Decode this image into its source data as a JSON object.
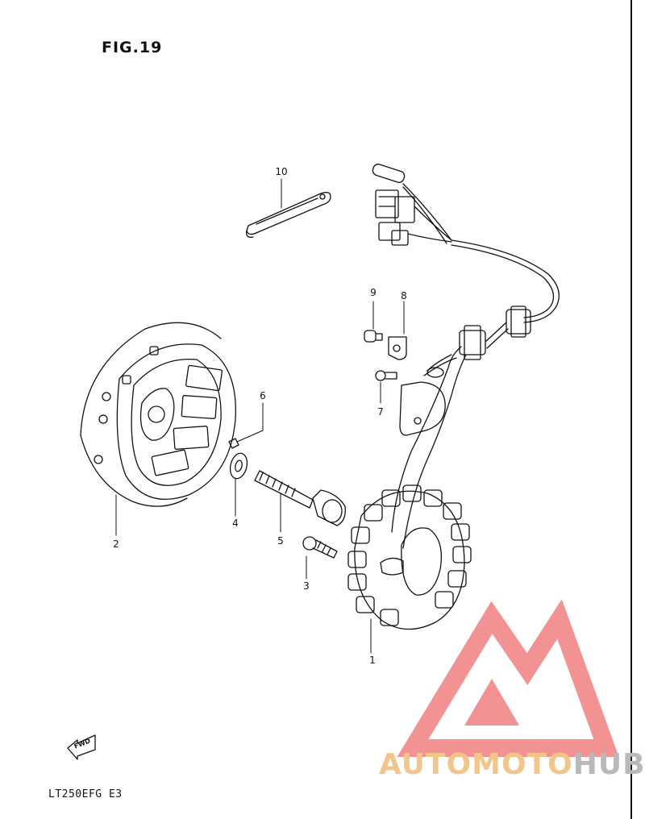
{
  "figure": {
    "title": "FIG.19",
    "model_code": "LT250EFG  E3"
  },
  "callouts": [
    {
      "id": "1",
      "label": "1"
    },
    {
      "id": "2",
      "label": "2"
    },
    {
      "id": "3",
      "label": "3"
    },
    {
      "id": "4",
      "label": "4"
    },
    {
      "id": "5",
      "label": "5"
    },
    {
      "id": "6",
      "label": "6"
    },
    {
      "id": "7",
      "label": "7"
    },
    {
      "id": "8",
      "label": "8"
    },
    {
      "id": "9",
      "label": "9"
    },
    {
      "id": "10",
      "label": "10"
    }
  ],
  "fwd_arrow": {
    "label": "FWD"
  },
  "watermark": {
    "part_a": "AUTOMOTO",
    "part_b": "HUB",
    "color_a": "#f2c58a",
    "color_b": "#b9b9b9",
    "logo_color": "#f07f7f"
  },
  "colors": {
    "line": "#111111",
    "background": "#ffffff"
  }
}
